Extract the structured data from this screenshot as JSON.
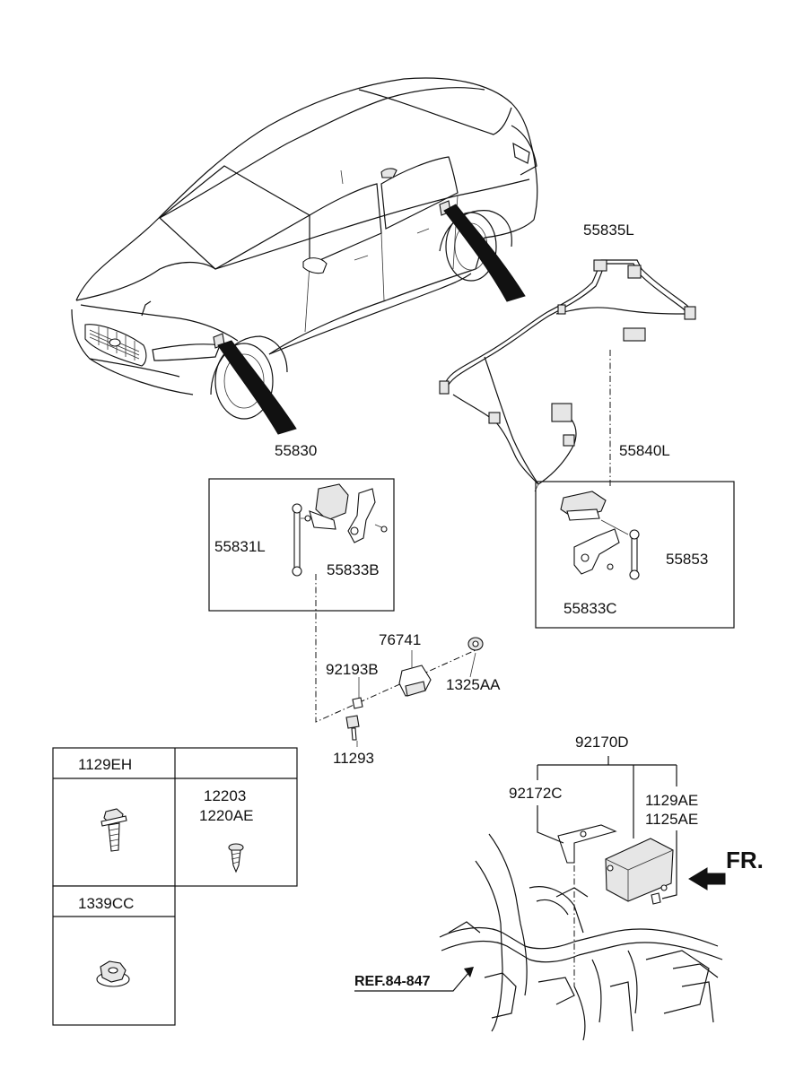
{
  "labels": {
    "p55835L": "55835L",
    "p55830": "55830",
    "p55840L": "55840L",
    "p55831L": "55831L",
    "p55833B": "55833B",
    "p55853": "55853",
    "p55833C": "55833C",
    "p76741": "76741",
    "p92193B": "92193B",
    "p1325AA": "1325AA",
    "p11293": "11293",
    "p92170D": "92170D",
    "p92172C": "92172C",
    "p1129AE": "1129AE",
    "p1125AE": "1125AE",
    "fr": "FR.",
    "ref": "REF.84-847"
  },
  "legend": {
    "c1_header": "1129EH",
    "c2_header": "",
    "c2_line1": "12203",
    "c2_line2": "1220AE",
    "c3_header": "1339CC"
  }
}
